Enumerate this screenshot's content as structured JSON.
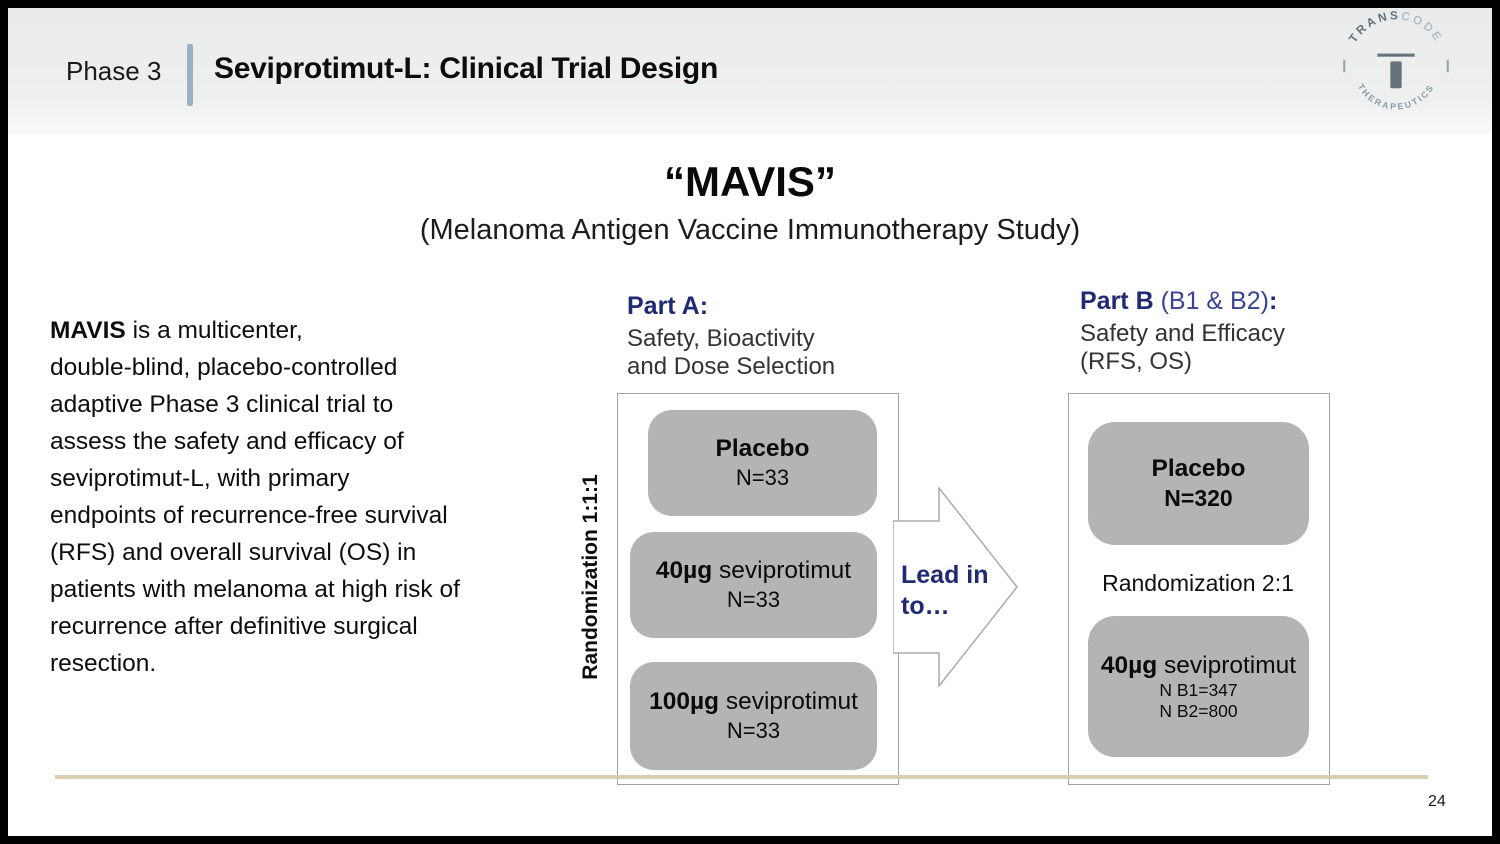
{
  "header": {
    "phase_label": "Phase 3",
    "title": "Seviprotimut-L: Clinical Trial Design"
  },
  "logo": {
    "top_dark": "TRANS",
    "top_light": "CODE",
    "bottom": "THERAPEUTICS"
  },
  "main": {
    "title": "“MAVIS”",
    "subtitle": "(Melanoma Antigen Vaccine Immunotherapy Study)"
  },
  "description": {
    "lead_bold": "MAVIS",
    "lines": [
      " is a multicenter,",
      "double-blind, placebo-controlled",
      "adaptive Phase 3 clinical trial to",
      "assess the safety and efficacy of",
      "seviprotimut-L,  with primary",
      "endpoints of recurrence-free survival",
      "(RFS) and overall survival (OS) in",
      "patients with melanoma at high risk of",
      "recurrence after definitive surgical",
      "resection."
    ]
  },
  "part_a": {
    "heading": "Part A:",
    "sub1": "Safety, Bioactivity",
    "sub2": "and Dose Selection",
    "randomization": "Randomization 1:1:1",
    "arms": [
      {
        "name_bold": "Placebo",
        "name_rest": "",
        "n": "N=33"
      },
      {
        "name_bold": "40µg",
        "name_rest": " seviprotimut",
        "n": "N=33"
      },
      {
        "name_bold": "100µg",
        "name_rest": " seviprotimut",
        "n": "N=33"
      }
    ]
  },
  "arrow": {
    "line1": "Lead in",
    "line2": "to…"
  },
  "part_b": {
    "heading_bold": "Part B",
    "heading_light": " (B1 & B2)",
    "heading_colon": ":",
    "sub1": "Safety and Efficacy",
    "sub2": "(RFS, OS)",
    "randomization": "Randomization 2:1",
    "placebo": {
      "name": "Placebo",
      "n": "N=320"
    },
    "arm40": {
      "name_bold": "40µg",
      "name_rest": " seviprotimut",
      "n1": "N B1=347",
      "n2": "N B2=800"
    }
  },
  "footer": {
    "page_number": "24"
  },
  "colors": {
    "navy": "#202a72",
    "box_gray": "#b4b4b4",
    "tan_rule": "#dbcdb0",
    "divider_blue": "#9cb0c4",
    "logo_dark": "#66737f",
    "logo_light": "#b3bcc4"
  }
}
